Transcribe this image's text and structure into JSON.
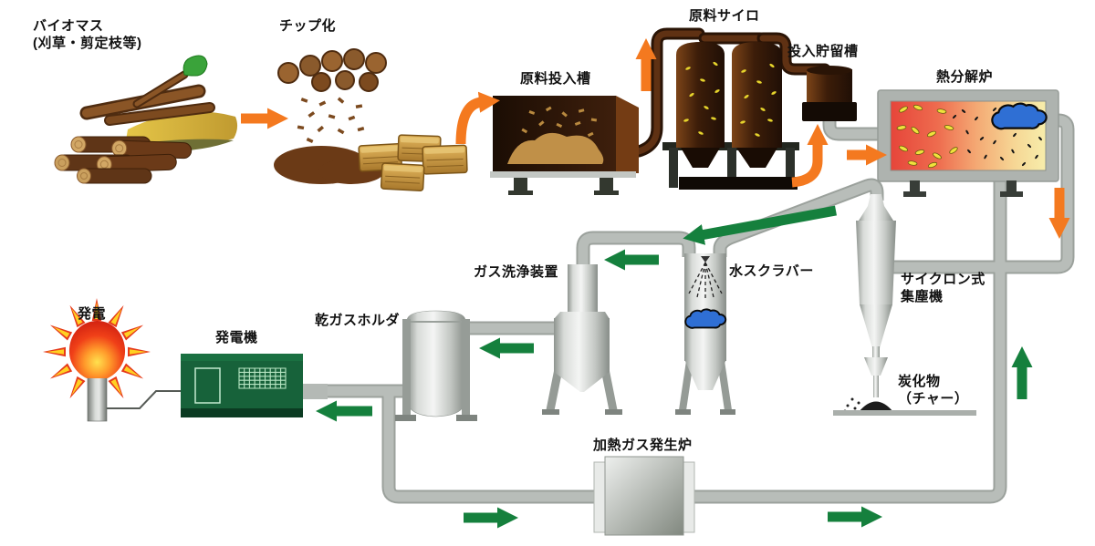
{
  "diagram": {
    "type": "process-flow",
    "subject": "biomass gasification power generation"
  },
  "labels": {
    "biomass": "バイオマス\n(刈草・剪定枝等)",
    "chipping": "チップ化",
    "input_tank": "原料投入槽",
    "silo": "原料サイロ",
    "storage_tank": "投入貯留槽",
    "pyrolysis_furnace": "熱分解炉",
    "cyclone": "サイクロン式\n集塵機",
    "char": "炭化物\n（チャー）",
    "scrubber": "水スクラバー",
    "gas_cleaner": "ガス洗浄装置",
    "gas_holder": "乾ガスホルダ",
    "generator": "発電機",
    "power": "発電",
    "heater": "加熱ガス発生炉"
  },
  "colors": {
    "material_flow_arrow": "#f4791f",
    "gas_flow_arrow": "#15803d",
    "pipe_gray": "#b8bdb9",
    "dark_pipe_brown": "#3f2008",
    "generator_green": "#17623a",
    "furnace_hot_red": "#e6453a",
    "furnace_warm_yellow": "#f7edab",
    "gas_cloud_blue": "#2f6fd4",
    "chip_gold": "#c9984a"
  }
}
